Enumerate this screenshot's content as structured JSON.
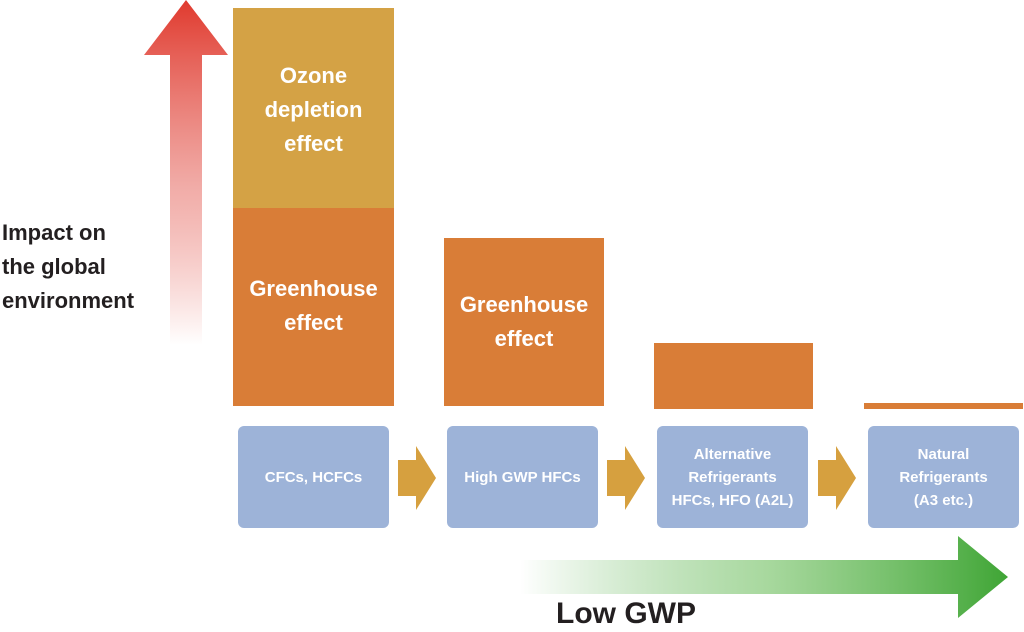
{
  "y_axis_label": "Impact on\nthe global\nenvironment",
  "x_axis_label": "Low GWP",
  "bars": [
    {
      "ozone_label": "Ozone\ndepletion\neffect",
      "greenhouse_label": "Greenhouse\neffect"
    },
    {
      "greenhouse_label": "Greenhouse\neffect"
    },
    {
      "greenhouse_label": ""
    },
    {
      "greenhouse_label": ""
    }
  ],
  "stages": [
    "CFCs, HCFCs",
    "High GWP HFCs",
    "Alternative\nRefrigerants\nHFCs, HFO (A2L)",
    "Natural\nRefrigerants\n(A3 etc.)"
  ],
  "colors": {
    "ozone": "#d4a245",
    "greenhouse": "#d97d37",
    "stage_box": "#9db3d8",
    "step_arrow": "#d6a03f",
    "impact_arrow": "#e03a2e",
    "gwp_arrow": "#3fa535"
  },
  "icons": {
    "impact_arrow": "up-gradient-arrow",
    "gwp_arrow": "right-gradient-arrow",
    "step_arrow": "chevron-right-arrow"
  }
}
